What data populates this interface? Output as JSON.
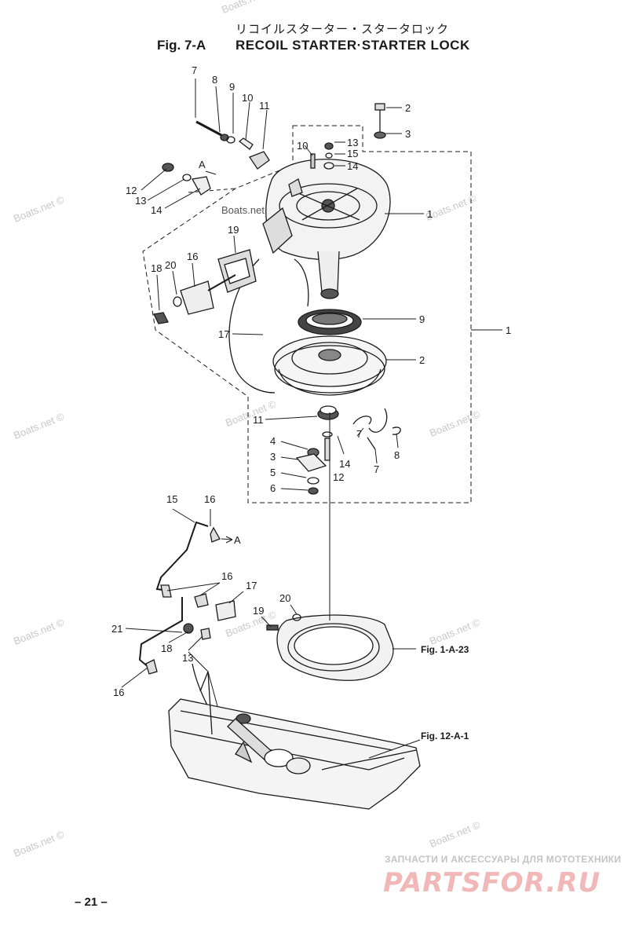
{
  "header": {
    "title_japanese": "リコイルスターター・スタータロック",
    "figure_id": "Fig. 7-A",
    "figure_title": "RECOIL STARTER·STARTER LOCK"
  },
  "page_number": "– 21 –",
  "watermark": "Boats.net ©",
  "inline_watermark": "Boats.net",
  "brand": {
    "subtitle": "ЗАПЧАСТИ И АКСЕССУАРЫ ДЛЯ МОТОТЕХНИКИ",
    "logo_text": "PARTSFOR.RU"
  },
  "callouts": {
    "c7": "7",
    "c8": "8",
    "c9": "9",
    "c10": "10",
    "c11": "11",
    "c12": "12",
    "c13": "13",
    "c14": "14",
    "cA_top": "A",
    "c2_top": "2",
    "c3_top": "3",
    "c10b": "10",
    "c13b": "13",
    "c15b": "15",
    "c14b": "14",
    "c1a": "1",
    "c1b": "1",
    "c19": "19",
    "c16": "16",
    "c20": "20",
    "c18": "18",
    "c9b": "9",
    "c17": "17",
    "c2b": "2",
    "c11b": "11",
    "c4": "4",
    "c3b": "3",
    "c5": "5",
    "c6": "6",
    "c14c": "14",
    "c12b": "12",
    "c7b": "7",
    "c7c": "7",
    "c8b": "8",
    "c15c": "15",
    "c16b": "16",
    "cA_bottom": "A",
    "c16c": "16",
    "c17b": "17",
    "c21": "21",
    "c18b": "18",
    "c13c": "13",
    "c16d": "16",
    "c19b": "19",
    "c20b": "20"
  },
  "references": {
    "fig_1a23": "Fig. 1-A-23",
    "fig_12a1": "Fig. 12-A-1"
  }
}
